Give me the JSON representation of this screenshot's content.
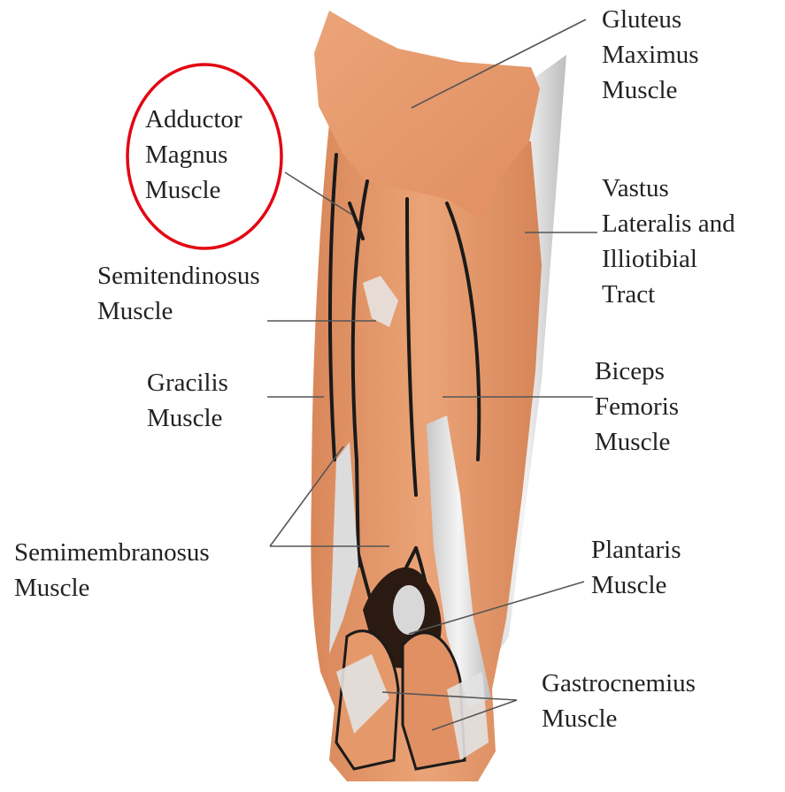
{
  "labels": {
    "gluteus": [
      "Gluteus",
      "Maximus",
      "Muscle"
    ],
    "adductor": [
      "Adductor",
      "Magnus",
      "Muscle"
    ],
    "vastus": [
      "Vastus",
      "Lateralis and",
      "Illiotibial",
      "Tract"
    ],
    "semitendinosus": [
      "Semitendinosus",
      "Muscle"
    ],
    "gracilis": [
      "Gracilis",
      "Muscle"
    ],
    "biceps": [
      "Biceps",
      "Femoris",
      "Muscle"
    ],
    "semimembranosus": [
      "Semimembranosus",
      "Muscle"
    ],
    "plantaris": [
      "Plantaris",
      "Muscle"
    ],
    "gastrocnemius": [
      "Gastrocnemius",
      "Muscle"
    ]
  },
  "colors": {
    "muscle": "#e59a6c",
    "muscle_light": "#f0b48a",
    "muscle_dark": "#c97a4c",
    "tendon": "#e4e4e4",
    "tendon_shadow": "#b8b8b8",
    "outline": "#1a1a1a",
    "highlight_circle": "#e30613",
    "leader_line": "#555555"
  },
  "highlight": "adductor"
}
